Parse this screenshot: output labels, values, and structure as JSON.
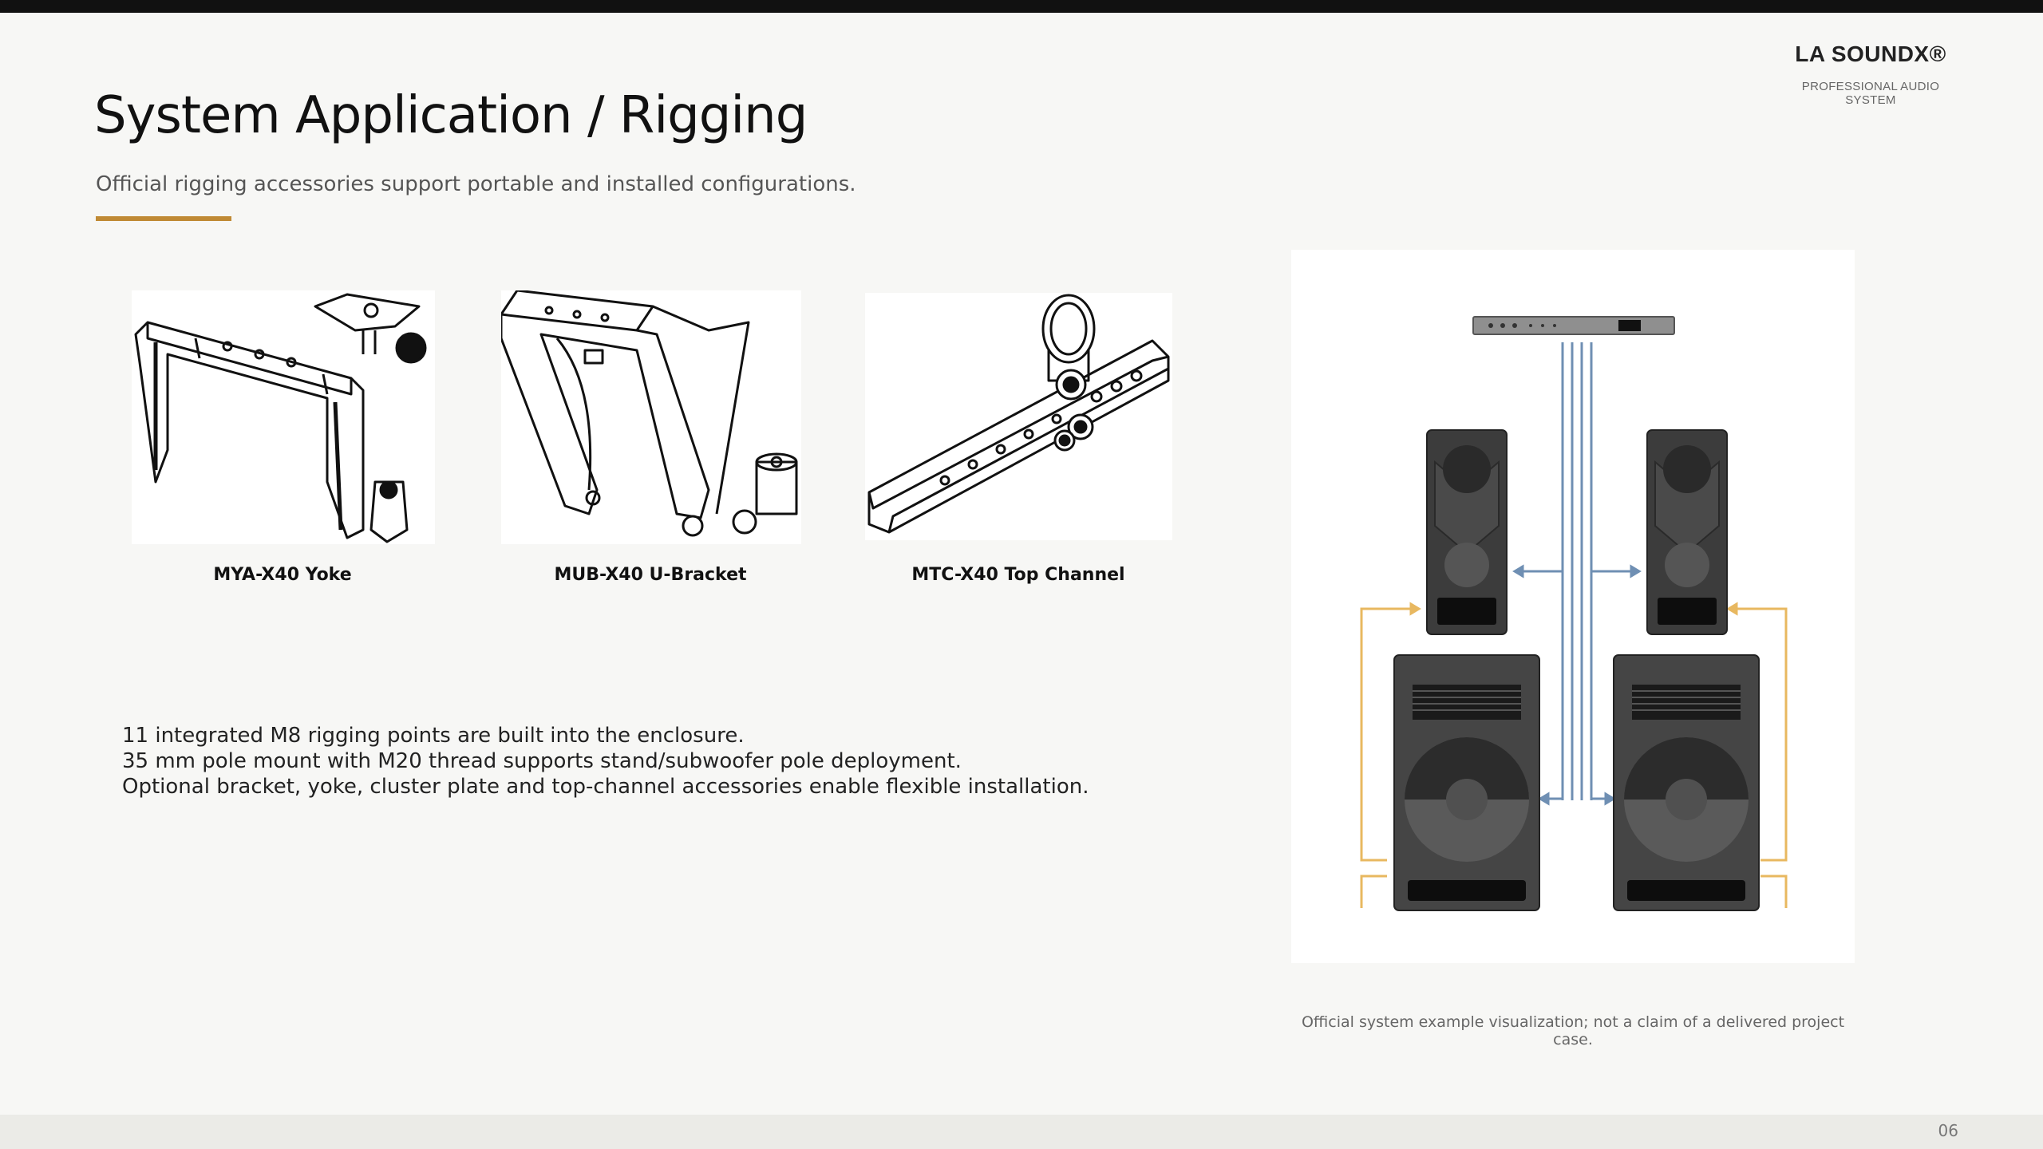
{
  "brand": {
    "name": "LA SOUNDX®",
    "tagline": "PROFESSIONAL AUDIO SYSTEM"
  },
  "page": {
    "title": "System Application / Rigging",
    "subtitle": "Official rigging accessories support portable and installed configurations.",
    "page_number": "06",
    "accent_color": "#c08a35"
  },
  "accessories": [
    {
      "label": "MYA-X40 Yoke",
      "icon": "yoke-drawing"
    },
    {
      "label": "MUB-X40 U-Bracket",
      "icon": "u-bracket-drawing"
    },
    {
      "label": "MTC-X40 Top Channel",
      "icon": "top-channel-drawing"
    }
  ],
  "features": [
    "11 integrated M8 rigging points are built into the enclosure.",
    "35 mm pole mount with M20 thread supports stand/subwoofer pole deployment.",
    "Optional bracket, yoke, cluster plate and top-channel accessories enable flexible installation."
  ],
  "diagram": {
    "caption": "Official system example visualization; not a claim of a delivered project case.",
    "signal_color": "#6f8fb3",
    "power_color": "#e8b860"
  }
}
